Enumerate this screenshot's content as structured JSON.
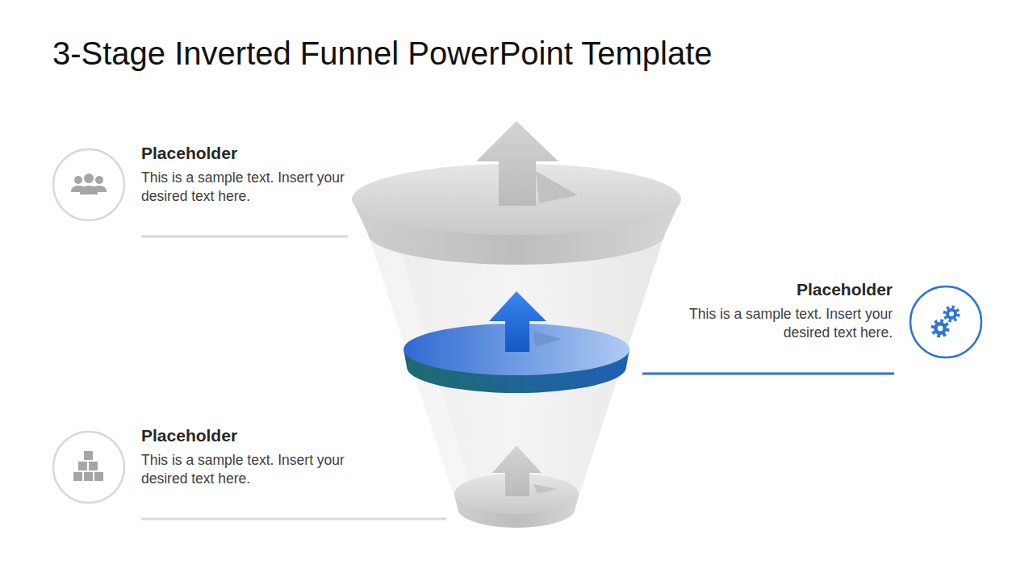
{
  "diagram": {
    "title": "3-Stage Inverted Funnel PowerPoint Template",
    "nodes": [
      {
        "text": [
          "Placeholder",
          "This is a sample text. Insert your desired text here."
        ]
      },
      {
        "text": [
          "Placeholder",
          "This is a sample text. Insert your desired text here."
        ]
      },
      {
        "text": [
          "Placeholder",
          "This is a sample text. Insert your desired text here."
        ]
      }
    ]
  }
}
